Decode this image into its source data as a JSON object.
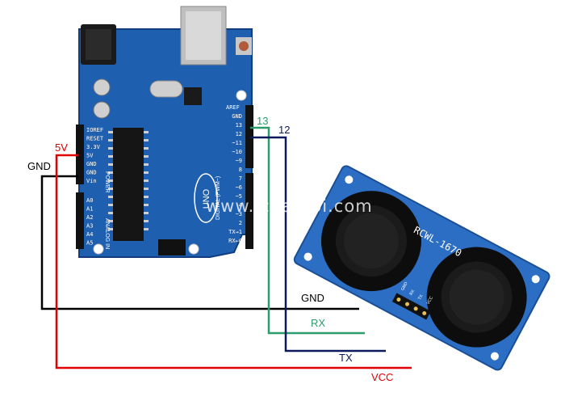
{
  "colors": {
    "board_blue": "#1f5fb0",
    "module_blue": "#2b6ec4",
    "wire_black": "#000000",
    "wire_red": "#e00000",
    "wire_green": "#2a9d6a",
    "wire_navy": "#0a1a5c"
  },
  "labels": {
    "power_5v": "5V",
    "gnd_left": "GND",
    "pin13": "13",
    "pin12": "12",
    "gnd_right": "GND",
    "rx": "RX",
    "tx": "TX",
    "vcc": "VCC"
  },
  "watermark": "www.icdayroi.com",
  "arduino": {
    "model": "UNO",
    "left_header_labels": [
      "IOREF",
      "RESET",
      "3.3V",
      "5V",
      "GND",
      "GND",
      "Vin"
    ],
    "analog_labels": [
      "A0",
      "A1",
      "A2",
      "A3",
      "A4",
      "A5"
    ],
    "digital_labels": [
      "GND",
      "13",
      "12",
      "~11",
      "~10",
      "~9",
      "8",
      "7",
      "~6",
      "~5",
      "4",
      "~3",
      "2",
      "TX→1",
      "RX←0"
    ],
    "aref_label": "AREF",
    "power_group_label": "POWER",
    "analog_group_label": "ANALOG IN",
    "digital_group_label": "DIGITAL (PWM~)"
  },
  "module": {
    "model": "RCWL-1670",
    "pin_labels": [
      "GND",
      "RX",
      "TX",
      "VCC"
    ]
  }
}
